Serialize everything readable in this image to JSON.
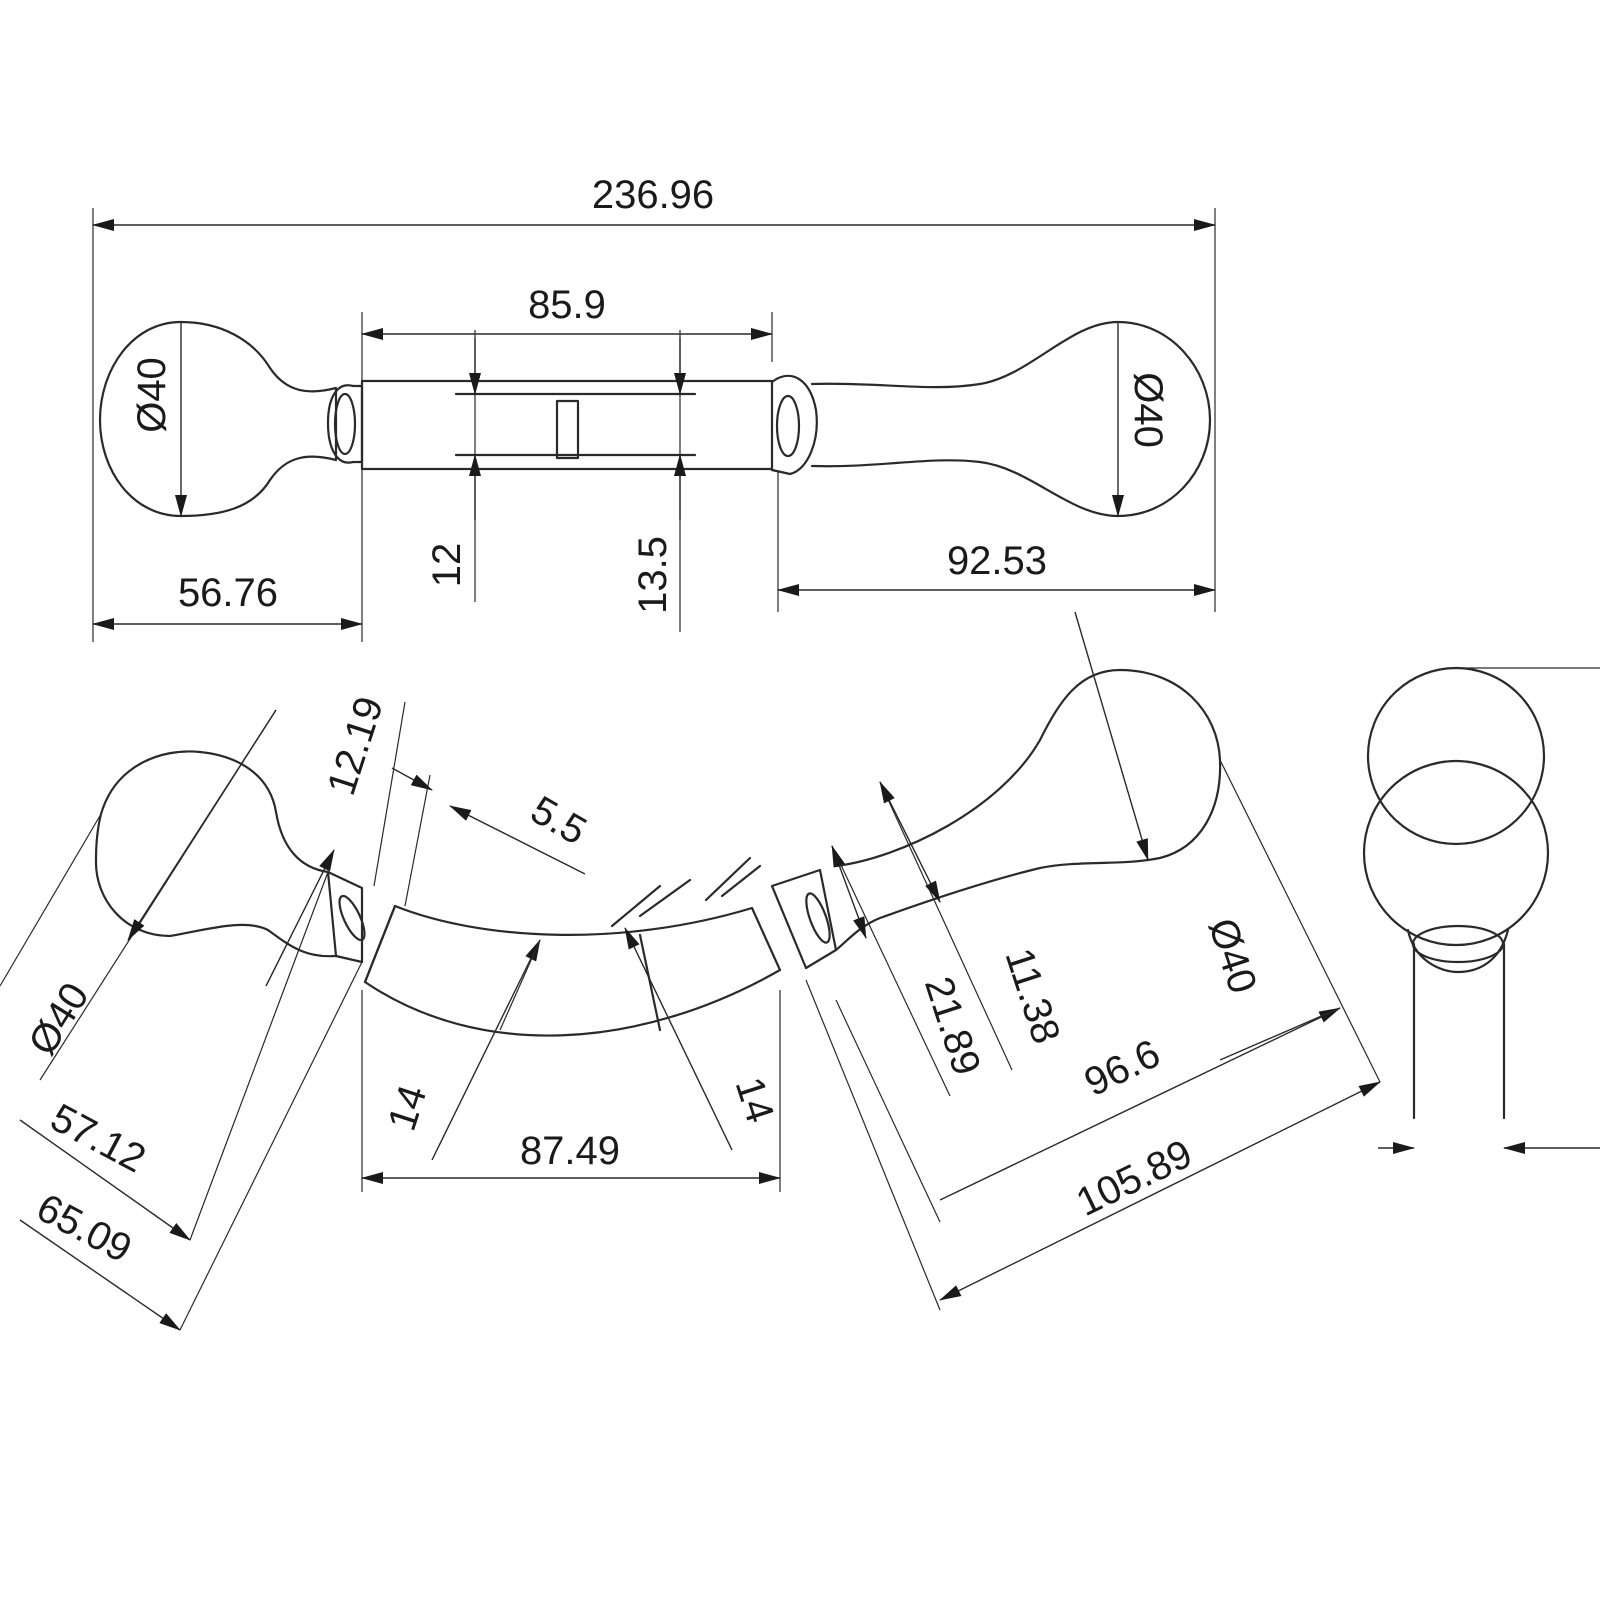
{
  "top_view": {
    "overall_length": "236.96",
    "center_length": "85.9",
    "left_diameter": "Ø40",
    "right_diameter": "Ø40",
    "left_length": "56.76",
    "right_length": "92.53",
    "slot_offset_left": "12",
    "slot_offset_right": "13.5"
  },
  "front_view": {
    "left_diameter": "Ø40",
    "right_diameter": "Ø40",
    "neck_width": "12.19",
    "collar_width": "5.5",
    "left_inner_length": "57.12",
    "left_outer_length": "65.09",
    "center_thickness_left": "14",
    "center_thickness_right": "14",
    "center_span": "87.49",
    "right_neck_a": "11.38",
    "right_neck_b": "21.89",
    "right_inner_length": "96.6",
    "right_outer_length": "105.89"
  }
}
